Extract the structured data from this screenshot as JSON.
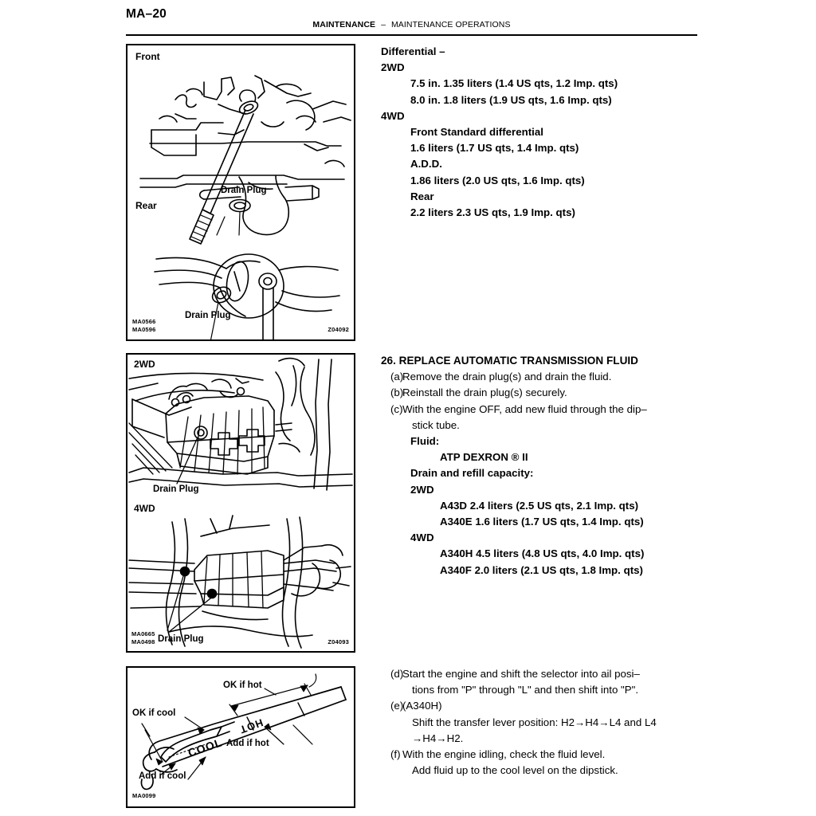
{
  "header": {
    "page_number": "MA–20",
    "section": "MAINTENANCE",
    "separator": "–",
    "subsection": "MAINTENANCE OPERATIONS"
  },
  "figures": {
    "differential": {
      "label_front": "Front",
      "label_rear": "Rear",
      "callout_front": "Drain Plug",
      "callout_rear": "Drain Plug",
      "code_left_1": "MA0566",
      "code_left_2": "MA0596",
      "code_right": "Z04092"
    },
    "transmission": {
      "label_2wd": "2WD",
      "label_4wd": "4WD",
      "callout_2wd": "Drain Plug",
      "callout_4wd": "Drain Plug",
      "code_left_1": "MA0665",
      "code_left_2": "MA0498",
      "code_right": "Z04093"
    },
    "dipstick": {
      "label_ok_hot": "OK if hot",
      "label_ok_cool": "OK if cool",
      "label_add_hot": "Add if hot",
      "label_add_cool": "Add if cool",
      "stamp_cool": "COOL",
      "stamp_hot": "HOT",
      "code_left": "MA0099"
    }
  },
  "differential_spec": {
    "title": "Differential –",
    "twd_label": "2WD",
    "twd_items": [
      "7.5 in. 1.35 liters (1.4 US qts, 1.2 Imp. qts)",
      "8.0 in. 1.8 liters (1.9 US qts, 1.6 Imp. qts)"
    ],
    "fwd_label": "4WD",
    "fwd_items": [
      "Front Standard differential",
      "1.6 liters (1.7 US qts, 1.4 Imp. qts)",
      "A.D.D.",
      "1.86 liters (2.0 US qts, 1.6 Imp. qts)",
      "Rear",
      "2.2 liters 2.3 US qts, 1.9 Imp. qts)"
    ]
  },
  "transmission_section": {
    "heading": "26. REPLACE AUTOMATIC TRANSMISSION FLUID",
    "steps": [
      {
        "marker": "(a)",
        "text": "Remove the drain plug(s) and drain the fluid.",
        "continuation": []
      },
      {
        "marker": "(b)",
        "text": "Reinstall the drain plug(s) securely.",
        "continuation": []
      },
      {
        "marker": "(c)",
        "text": "With the engine OFF, add new fluid through the dip–",
        "continuation": [
          "stick tube."
        ]
      }
    ],
    "fluid_label": "Fluid:",
    "fluid_value": "ATP DEXRON ® II",
    "capacity_label": "Drain and refill capacity:",
    "twd_label": "2WD",
    "twd_items": [
      "A43D 2.4 liters (2.5 US qts, 2.1 Imp. qts)",
      "A340E 1.6 liters (1.7 US qts, 1.4 Imp. qts)"
    ],
    "fwd_label": "4WD",
    "fwd_items": [
      "A340H 4.5 liters (4.8 US qts, 4.0 Imp. qts)",
      "A340F 2.0 liters (2.1 US qts, 1.8 Imp. qts)"
    ]
  },
  "procedure_steps": {
    "steps": [
      {
        "marker": "(d)",
        "text": "Start the engine and shift the selector into ail posi–",
        "continuation": [
          "tions from \"P\" through \"L\" and then shift into \"P\"."
        ]
      },
      {
        "marker": "(e)",
        "text": "(A340H)",
        "continuation": [
          "Shift the transfer lever position: H2→H4→L4 and L4",
          "→H4→H2."
        ]
      },
      {
        "marker": "(f)",
        "text": "With the engine idling, check the fluid level.",
        "continuation": [
          "Add fluid up to the cool level on the dipstick."
        ]
      }
    ]
  }
}
